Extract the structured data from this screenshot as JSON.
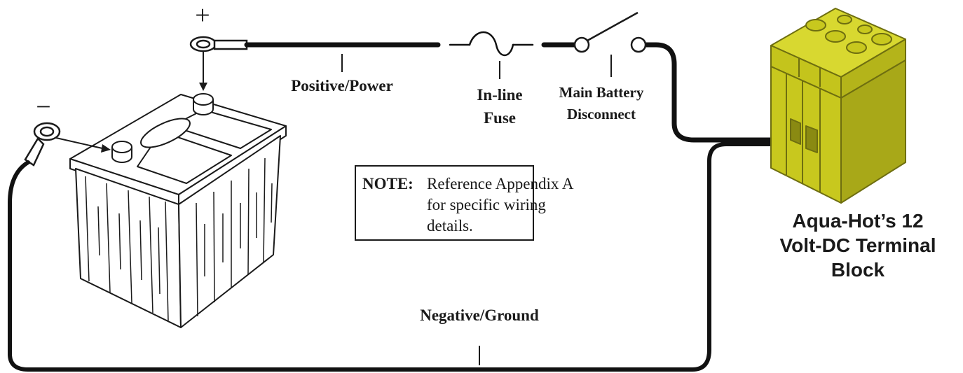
{
  "symbols": {
    "plus": "+",
    "minus": "−"
  },
  "labels": {
    "positive_power": "Positive/Power",
    "inline_fuse_line1": "In-line",
    "inline_fuse_line2": "Fuse",
    "main_disconnect_line1": "Main Battery",
    "main_disconnect_line2": "Disconnect",
    "negative_ground": "Negative/Ground"
  },
  "note": {
    "heading": "NOTE:",
    "line1": "Reference Appendix A",
    "line2": "for specific wiring",
    "line3": "details."
  },
  "terminal_block": {
    "line1": "Aqua-Hot’s 12",
    "line2": "Volt-DC Terminal",
    "line3": "Block"
  },
  "colors": {
    "wire": "#111111",
    "terminal_block_face": "#c8c81e",
    "terminal_block_top": "#d8d830",
    "terminal_block_side": "#a8a818",
    "terminal_block_outline": "#6e6e10",
    "line_art": "#1a1a1a"
  }
}
